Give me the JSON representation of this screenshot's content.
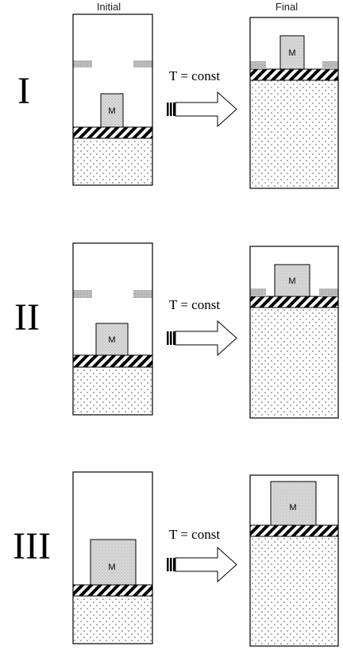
{
  "headers": {
    "initial": "Initial",
    "final": "Final"
  },
  "mass_label": "M",
  "process_label": "T = const",
  "rows": [
    {
      "id": "I",
      "numeral": "I"
    },
    {
      "id": "II",
      "numeral": "II"
    },
    {
      "id": "III",
      "numeral": "III"
    }
  ]
}
